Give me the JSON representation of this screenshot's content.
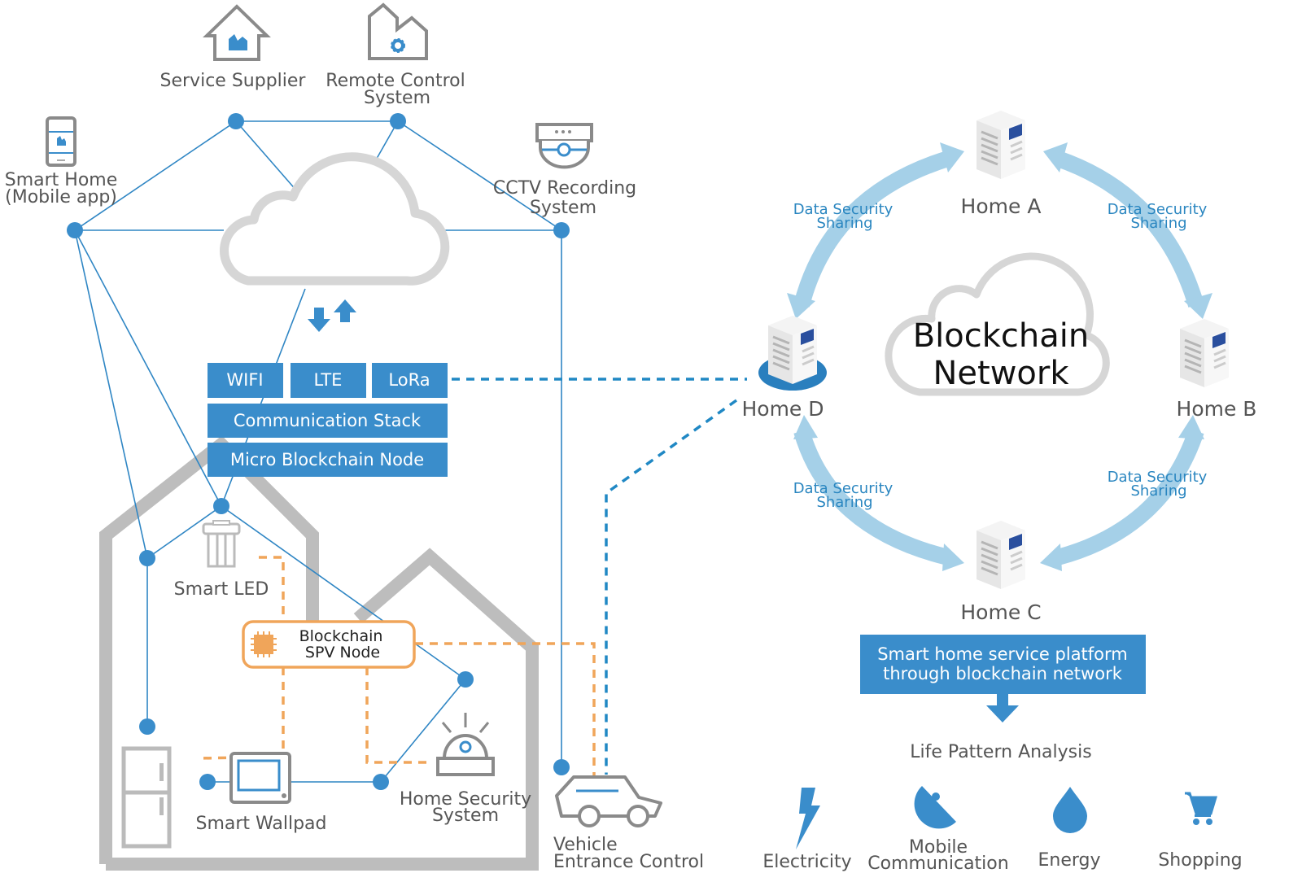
{
  "colors": {
    "accent_blue": "#3a8dcb",
    "link_blue": "#2f86c4",
    "arrow_light_blue": "#a5d0e8",
    "spv_orange": "#f0a55a",
    "house_gray": "#bdbdbd",
    "icon_gray": "#8a8a8a",
    "text_gray": "#555555"
  },
  "left_network": {
    "service_supplier": {
      "label": "Service Supplier",
      "icon": "factory-house-icon"
    },
    "remote_control": {
      "label_line1": "Remote Control",
      "label_line2": "System",
      "icon": "factory-gear-icon"
    },
    "smart_home_app": {
      "label_line1": "Smart Home",
      "label_line2": "(Mobile app)",
      "icon": "smartphone-icon"
    },
    "cctv": {
      "label_line1": "CCTV Recording",
      "label_line2": "System",
      "icon": "cctv-camera-icon"
    },
    "cloud": {
      "icon": "cloud-icon"
    },
    "transfer_arrows": {
      "icon": "up-down-arrows-icon"
    },
    "stack": {
      "protocols": [
        "WIFI",
        "LTE",
        "LoRa"
      ],
      "communication_stack": "Communication Stack",
      "micro_node": "Micro Blockchain Node"
    }
  },
  "home_devices": {
    "smart_led": {
      "label": "Smart LED",
      "icon": "led-bulb-icon"
    },
    "spv_node": {
      "label_line1": "Blockchain",
      "label_line2": "SPV Node",
      "icon": "chip-icon"
    },
    "refrigerator": {
      "icon": "refrigerator-icon"
    },
    "smart_wallpad": {
      "label": "Smart Wallpad",
      "icon": "wallpad-icon"
    },
    "home_security": {
      "label_line1": "Home Security",
      "label_line2": "System",
      "icon": "siren-icon"
    },
    "vehicle": {
      "label_line1": "Vehicle",
      "label_line2": "Entrance Control",
      "icon": "car-icon"
    }
  },
  "blockchain_network": {
    "title_line1": "Blockchain",
    "title_line2": "Network",
    "homes": [
      "Home A",
      "Home B",
      "Home C",
      "Home D"
    ],
    "sharing_labels": [
      {
        "line1": "Data Security",
        "line2": "Sharing"
      },
      {
        "line1": "Data Security",
        "line2": "Sharing"
      },
      {
        "line1": "Data Security",
        "line2": "Sharing"
      },
      {
        "line1": "Data Security",
        "line2": "Sharing"
      }
    ]
  },
  "platform": {
    "line1": "Smart home service platform",
    "line2": "through blockchain network",
    "analysis_title": "Life Pattern Analysis",
    "services": [
      {
        "label": "Electricity",
        "icon": "lightning-icon"
      },
      {
        "label_line1": "Mobile",
        "label_line2": "Communication",
        "icon": "satellite-dish-icon"
      },
      {
        "label": "Energy",
        "icon": "water-drop-icon"
      },
      {
        "label": "Shopping",
        "icon": "shopping-cart-icon"
      }
    ]
  }
}
